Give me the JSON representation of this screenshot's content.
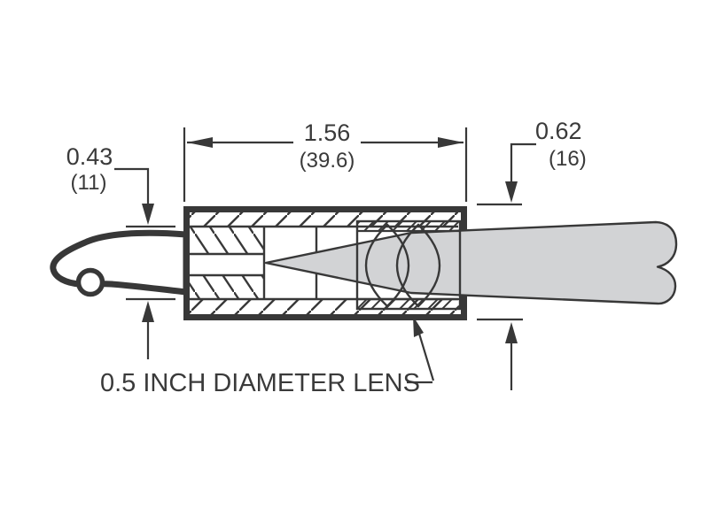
{
  "diagram": {
    "title": "lens-assembly-cross-section",
    "dimensions": {
      "length": {
        "inches": "1.56",
        "metric": "(39.6)"
      },
      "outer_diameter": {
        "inches": "0.62",
        "metric": "(16)"
      },
      "cable_diameter": {
        "inches": "0.43",
        "metric": "(11)"
      }
    },
    "labels": {
      "lens": "0.5 INCH DIAMETER LENS"
    },
    "colors": {
      "line": "#383838",
      "text": "#3a3a3a",
      "beam_fill": "#d2d3d5",
      "background": "#ffffff"
    }
  }
}
